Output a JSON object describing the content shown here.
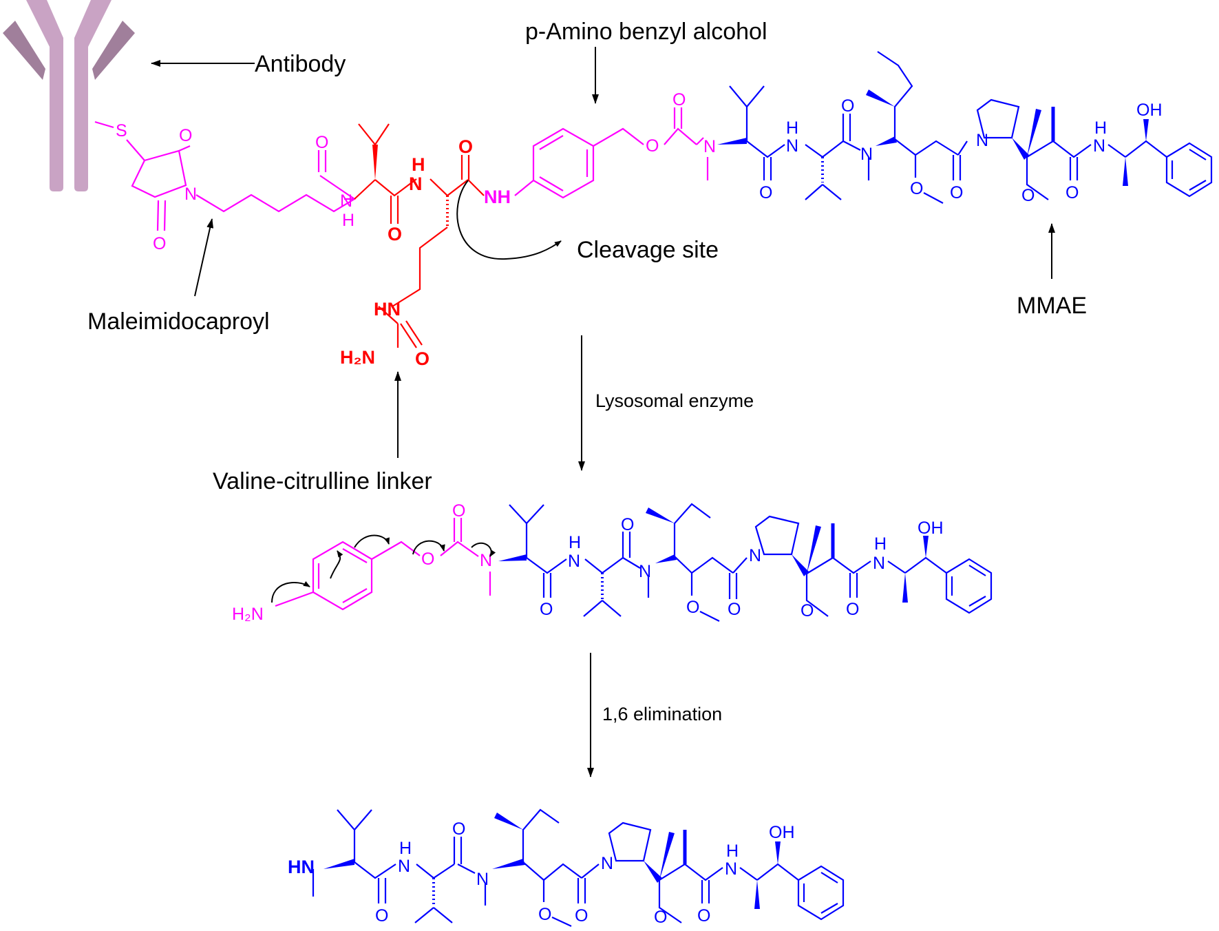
{
  "labels": {
    "antibody": "Antibody",
    "pab": "p-Amino benzyl alcohol",
    "cleavage_site": "Cleavage site",
    "maleimidocaproyl": "Maleimidocaproyl",
    "mmae": "MMAE",
    "valine_citrulline": "Valine-citrulline linker",
    "lysosomal_enzyme": "Lysosomal enzyme",
    "elimination": "1,6 elimination"
  },
  "atoms": {
    "S": "S",
    "O": "O",
    "N": "N",
    "H": "H",
    "NH": "NH",
    "HN": "HN",
    "H2N": "H₂N",
    "OH": "OH"
  },
  "colors": {
    "antibody_main": "#c9a3c4",
    "antibody_dark": "#a07f9b",
    "linker_pink": "#ff00ff",
    "valcit_red": "#ff0000",
    "mmae_blue": "#0000ff",
    "arrow": "#000000"
  }
}
